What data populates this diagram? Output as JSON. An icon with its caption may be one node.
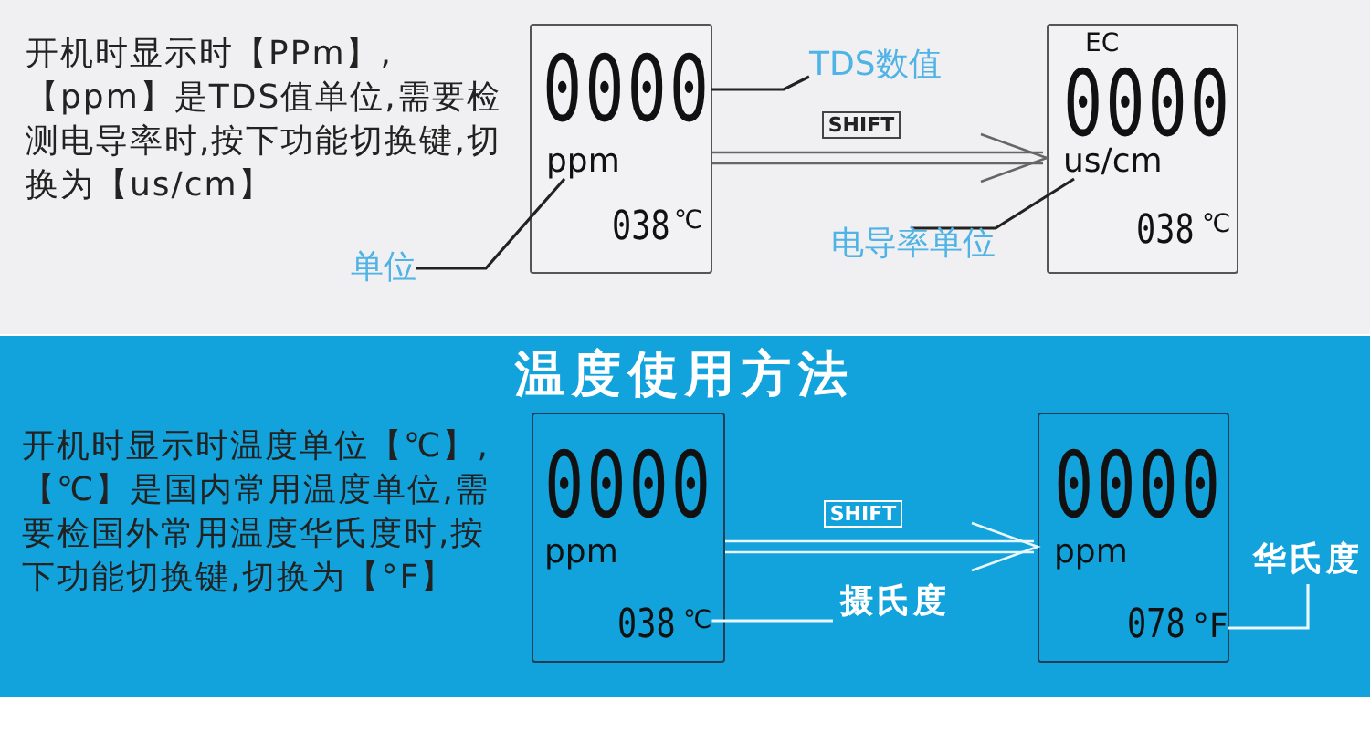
{
  "diagram": {
    "title": "温度使用方法",
    "nodes": [
      {
        "text": [
          "038",
          "℃"
        ]
      },
      {
        "text": [
          "0000"
        ],
        "in": 0
      },
      {
        "text": [
          "ppm"
        ],
        "in": 0
      },
      {
        "text": [
          "TDS数值"
        ]
      },
      {
        "text": [
          "单位"
        ]
      },
      {
        "text": [
          "EC",
          "0000",
          "038",
          "℃"
        ]
      },
      {
        "text": [
          "us/cm"
        ],
        "in": 5
      },
      {
        "text": [
          "电导率单位"
        ]
      },
      {
        "text": [
          "0000",
          "ppm",
          "038"
        ]
      },
      {
        "text": [
          "℃"
        ],
        "in": 8
      },
      {
        "text": [
          "摄氏度"
        ]
      },
      {
        "text": [
          "0000",
          "ppm",
          "078"
        ]
      },
      {
        "text": [
          "°F"
        ],
        "in": 11
      },
      {
        "text": [
          "华氏度"
        ]
      }
    ],
    "edges": [
      {
        "from": 3,
        "to": 1,
        "arrow": "none"
      },
      {
        "from": 4,
        "to": 2,
        "arrow": "none"
      },
      {
        "from": 0,
        "to": 5,
        "arrow": "to",
        "label": "SHIFT"
      },
      {
        "from": 7,
        "to": 6,
        "arrow": "none"
      },
      {
        "from": 8,
        "to": 11,
        "arrow": "to",
        "label": "SHIFT",
        "color": "#e8f6fd"
      },
      {
        "from": 10,
        "to": 9,
        "arrow": "none",
        "color": "#e8f6fd"
      },
      {
        "from": 13,
        "to": 12,
        "arrow": "none",
        "color": "#e8f6fd"
      }
    ],
    "labels": [
      "开机时显示时【PPm】,【ppm】是TDS值单位,需要检测电导率时,按下功能切换键,切换为【us/cm】",
      "开机时显示时温度单位【℃】,【℃】是国内常用温度单位,需要检国外常用温度华氏度时,按下功能切换键,切换为【°F】"
    ]
  }
}
